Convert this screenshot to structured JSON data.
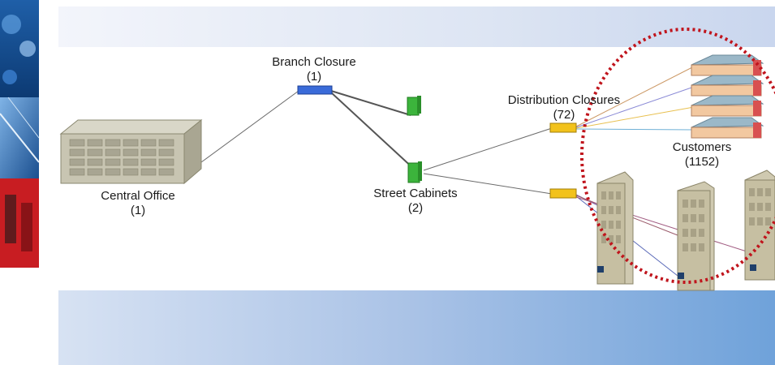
{
  "nodes": {
    "central_office": {
      "label": "Central Office",
      "count": "(1)"
    },
    "branch_closure": {
      "label": "Branch Closure",
      "count": "(1)"
    },
    "street_cabinets": {
      "label": "Street Cabinets",
      "count": "(2)"
    },
    "distribution_closures": {
      "label": "Distribution Closures",
      "count": "(72)"
    },
    "customers": {
      "label": "Customers",
      "count": "(1152)"
    }
  },
  "colors": {
    "branch_closure": "#3a6bd9",
    "cabinet": "#3cb43c",
    "distribution_closure": "#f2c21b",
    "highlight_circle": "#c0141c"
  }
}
